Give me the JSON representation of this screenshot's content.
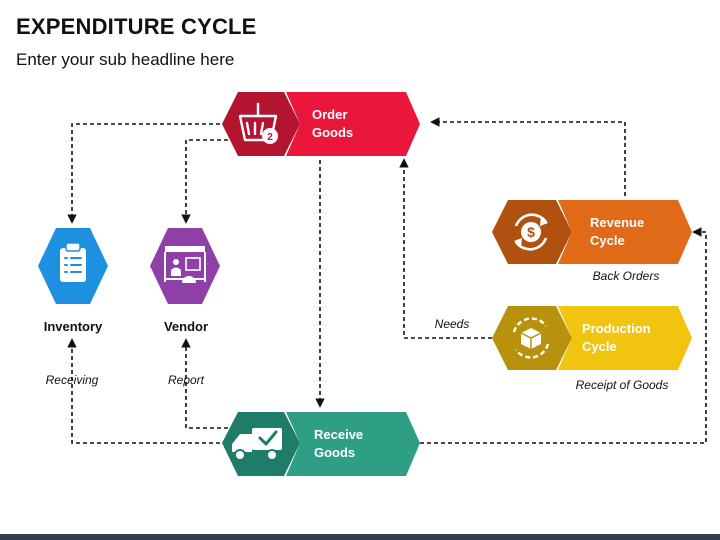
{
  "header": {
    "title": "EXPENDITURE CYCLE",
    "subtitle": "Enter your sub headline here"
  },
  "nodes": {
    "order": {
      "line1": "Order",
      "line2": "Goods",
      "color": "#E8173B",
      "icon_color": "#B31430",
      "icon": "shopping-basket-icon",
      "badge": "2"
    },
    "receive": {
      "line1": "Receive",
      "line2": "Goods",
      "color": "#2E9E85",
      "icon_color": "#1F7C68",
      "icon": "delivery-truck-icon"
    },
    "revenue": {
      "line1": "Revenue",
      "line2": "Cycle",
      "color": "#E06A18",
      "icon_color": "#B0510F",
      "icon": "dollar-cycle-icon"
    },
    "production": {
      "line1": "Production",
      "line2": "Cycle",
      "color": "#F1C40F",
      "icon_color": "#B8920C",
      "icon": "box-cycle-icon"
    },
    "inventory": {
      "label": "Inventory",
      "color": "#1E90E0",
      "icon": "clipboard-icon"
    },
    "vendor": {
      "label": "Vendor",
      "color": "#8E3FA8",
      "icon": "vendor-shop-icon"
    }
  },
  "edge_labels": {
    "back_orders": "Back Orders",
    "needs": "Needs",
    "receipt_of_goods": "Receipt of Goods",
    "receiving": "Receiving",
    "report": "Report"
  },
  "colors": {
    "text": "#111111",
    "line": "#111111",
    "footer": "#2F3E50"
  }
}
